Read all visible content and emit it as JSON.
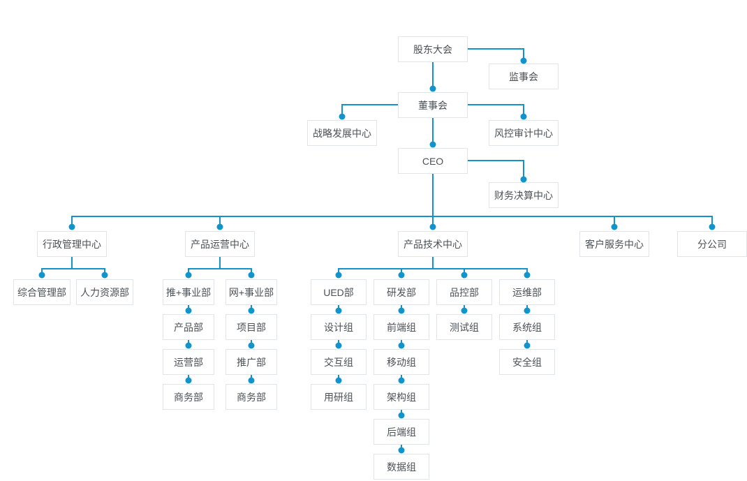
{
  "colors": {
    "connector_blue": "#1194cc",
    "node_border": "#e2e5e8",
    "node_text": "#4c5156",
    "node_background": "#ffffff",
    "page_background": "#ffffff"
  },
  "nodes": {
    "shareholders_meeting": "股东大会",
    "supervisory_board": "监事会",
    "board_of_directors": "董事会",
    "strategy_center": "战略发展中心",
    "risk_audit_center": "风控审计中心",
    "ceo": "CEO",
    "finance_center": "财务决算中心",
    "admin_center": "行政管理中心",
    "product_ops_center": "产品运营中心",
    "product_tech_center": "产品技术中心",
    "customer_service_center": "客户服务中心",
    "branch_company": "分公司",
    "general_mgmt_dept": "综合管理部",
    "hr_dept": "人力资源部",
    "tui_division": "推+事业部",
    "wang_division": "网+事业部",
    "product_dept": "产品部",
    "operations_dept": "运营部",
    "business_dept_1": "商务部",
    "project_dept": "项目部",
    "promotion_dept": "推广部",
    "business_dept_2": "商务部",
    "ued_dept": "UED部",
    "design_group": "设计组",
    "interaction_group": "交互组",
    "user_research_group": "用研组",
    "rnd_dept": "研发部",
    "frontend_group": "前端组",
    "mobile_group": "移动组",
    "architecture_group": "架构组",
    "backend_group": "后端组",
    "data_group": "数据组",
    "qc_dept": "品控部",
    "testing_group": "测试组",
    "ops_dept": "运维部",
    "system_group": "系统组",
    "security_group": "安全组"
  },
  "hierarchy": {
    "label": "股东大会",
    "children": [
      {
        "label": "监事会"
      },
      {
        "label": "董事会",
        "children": [
          {
            "label": "战略发展中心"
          },
          {
            "label": "风控审计中心"
          },
          {
            "label": "CEO",
            "children": [
              {
                "label": "财务决算中心"
              },
              {
                "label": "行政管理中心",
                "children": [
                  {
                    "label": "综合管理部"
                  },
                  {
                    "label": "人力资源部"
                  }
                ]
              },
              {
                "label": "产品运营中心",
                "children": [
                  {
                    "label": "推+事业部",
                    "children": [
                      {
                        "label": "产品部",
                        "children": [
                          {
                            "label": "运营部",
                            "children": [
                              {
                                "label": "商务部"
                              }
                            ]
                          }
                        ]
                      }
                    ]
                  },
                  {
                    "label": "网+事业部",
                    "children": [
                      {
                        "label": "项目部",
                        "children": [
                          {
                            "label": "推广部",
                            "children": [
                              {
                                "label": "商务部"
                              }
                            ]
                          }
                        ]
                      }
                    ]
                  }
                ]
              },
              {
                "label": "产品技术中心",
                "children": [
                  {
                    "label": "UED部",
                    "children": [
                      {
                        "label": "设计组",
                        "children": [
                          {
                            "label": "交互组",
                            "children": [
                              {
                                "label": "用研组"
                              }
                            ]
                          }
                        ]
                      }
                    ]
                  },
                  {
                    "label": "研发部",
                    "children": [
                      {
                        "label": "前端组",
                        "children": [
                          {
                            "label": "移动组",
                            "children": [
                              {
                                "label": "架构组",
                                "children": [
                                  {
                                    "label": "后端组",
                                    "children": [
                                      {
                                        "label": "数据组"
                                      }
                                    ]
                                  }
                                ]
                              }
                            ]
                          }
                        ]
                      }
                    ]
                  },
                  {
                    "label": "品控部",
                    "children": [
                      {
                        "label": "测试组"
                      }
                    ]
                  },
                  {
                    "label": "运维部",
                    "children": [
                      {
                        "label": "系统组",
                        "children": [
                          {
                            "label": "安全组"
                          }
                        ]
                      }
                    ]
                  }
                ]
              },
              {
                "label": "客户服务中心"
              },
              {
                "label": "分公司"
              }
            ]
          }
        ]
      }
    ]
  }
}
